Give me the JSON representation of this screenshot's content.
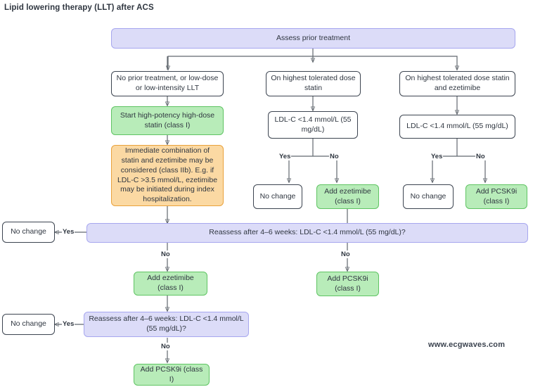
{
  "title": "Lipid lowering therapy (LLT) after ACS",
  "watermark": "www.ecgwaves.com",
  "colors": {
    "purple_fill": "#dcdcf8",
    "purple_border": "#a7a7ef",
    "green_fill": "#b8ecb9",
    "green_border": "#5fc463",
    "orange_fill": "#fbd9a3",
    "orange_border": "#e9a23c",
    "plain_border": "#3c4450",
    "edge": "#62686f",
    "text": "#2f3640"
  },
  "nodes": {
    "assess": "Assess prior treatment",
    "branch_left": "No prior treatment, or low-dose or low-intensity LLT",
    "branch_middle": "On highest tolerated dose statin",
    "branch_right": "On highest tolerated dose statin and ezetimibe",
    "start_statin": "Start high-potency high-dose statin (class I)",
    "immediate_combo": "Immediate combination of statin and ezetimibe may be considered (class IIb). E.g. if LDL-C >3.5 mmol/L, ezetimibe may be initiated during index hospitalization.",
    "ldl_middle": "LDL-C <1.4 mmol/L (55 mg/dL)",
    "ldl_right": "LDL-C <1.4 mmol/L (55 mg/dL)",
    "no_change_middle": "No change",
    "add_ezetimibe_middle": "Add ezetimibe (class I)",
    "no_change_right": "No change",
    "add_pcsk9i_right": "Add PCSK9i (class I)",
    "no_change_bar1": "No change",
    "reassess_bar1": "Reassess after 4–6 weeks: LDL-C <1.4 mmol/L (55 mg/dL)?",
    "add_ezetimibe_lower": "Add ezetimibe (class I)",
    "add_pcsk9i_lower_mid": "Add PCSK9i (class I)",
    "no_change_bar2": "No change",
    "reassess_bar2": "Reassess after 4–6 weeks: LDL-C <1.4 mmol/L (55 mg/dL)?",
    "add_pcsk9i_bottom": "Add PCSK9i (class I)"
  },
  "edge_labels": {
    "mid_yes": "Yes",
    "mid_no": "No",
    "right_yes": "Yes",
    "right_no": "No",
    "bar1_yes": "Yes",
    "bar1_no_left": "No",
    "bar1_no_mid": "No",
    "bar2_yes": "Yes",
    "bar2_no": "No"
  }
}
